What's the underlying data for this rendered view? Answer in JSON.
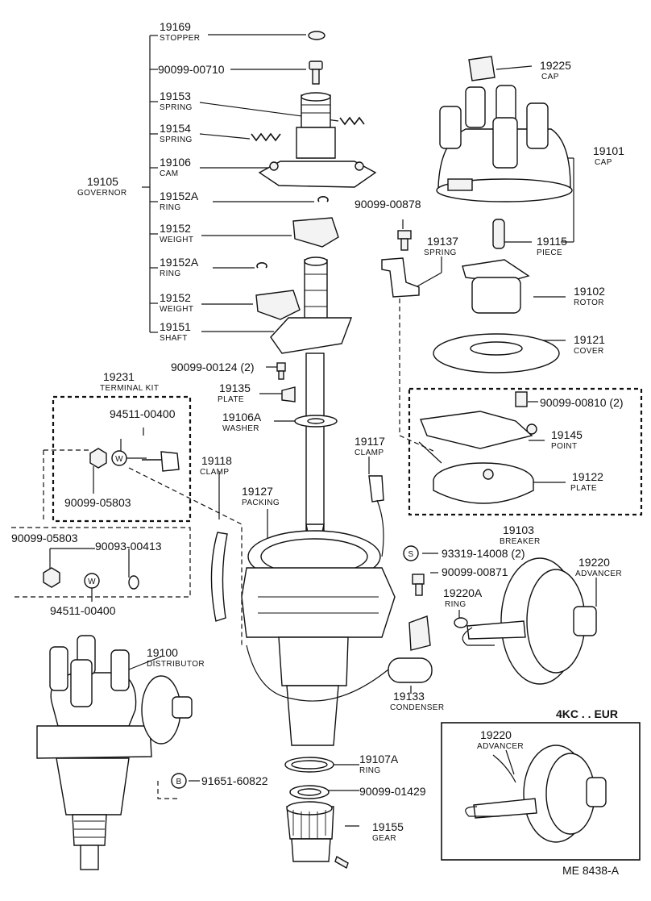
{
  "callouts": [
    {
      "id": "stopper",
      "num": "19169",
      "name": "STOPPER"
    },
    {
      "id": "bolt-00710",
      "num": "90099-00710",
      "name": ""
    },
    {
      "id": "spring-19153",
      "num": "19153",
      "name": "SPRING"
    },
    {
      "id": "spring-19154",
      "num": "19154",
      "name": "SPRING"
    },
    {
      "id": "cam",
      "num": "19106",
      "name": "CAM"
    },
    {
      "id": "governor",
      "num": "19105",
      "name": "GOVERNOR"
    },
    {
      "id": "ring-19152a-top",
      "num": "19152A",
      "name": "RING"
    },
    {
      "id": "weight-top",
      "num": "19152",
      "name": "WEIGHT"
    },
    {
      "id": "ring-19152a-bot",
      "num": "19152A",
      "name": "RING"
    },
    {
      "id": "weight-bot",
      "num": "19152",
      "name": "WEIGHT"
    },
    {
      "id": "shaft",
      "num": "19151",
      "name": "SHAFT"
    },
    {
      "id": "screw-00124",
      "num": "90099-00124 (2)",
      "name": ""
    },
    {
      "id": "plate-19135",
      "num": "19135",
      "name": "PLATE"
    },
    {
      "id": "washer",
      "num": "19106A",
      "name": "WASHER"
    },
    {
      "id": "terminal-kit",
      "num": "19231",
      "name": "TERMINAL KIT"
    },
    {
      "id": "part-94511-top",
      "num": "94511-00400",
      "name": ""
    },
    {
      "id": "part-05803-top",
      "num": "90099-05803",
      "name": ""
    },
    {
      "id": "clamp-19118",
      "num": "19118",
      "name": "CLAMP"
    },
    {
      "id": "packing",
      "num": "19127",
      "name": "PACKING"
    },
    {
      "id": "clamp-19117",
      "num": "19117",
      "name": "CLAMP"
    },
    {
      "id": "part-05803-bot",
      "num": "90099-05803",
      "name": ""
    },
    {
      "id": "part-00413",
      "num": "90093-00413",
      "name": ""
    },
    {
      "id": "part-94511-bot",
      "num": "94511-00400",
      "name": ""
    },
    {
      "id": "cap-piece",
      "num": "19225",
      "name": "CAP"
    },
    {
      "id": "cap",
      "num": "19101",
      "name": "CAP"
    },
    {
      "id": "screw-00878",
      "num": "90099-00878",
      "name": ""
    },
    {
      "id": "spring-19137",
      "num": "19137",
      "name": "SPRING"
    },
    {
      "id": "piece",
      "num": "19115",
      "name": "PIECE"
    },
    {
      "id": "rotor",
      "num": "19102",
      "name": "ROTOR"
    },
    {
      "id": "cover",
      "num": "19121",
      "name": "COVER"
    },
    {
      "id": "screw-00810",
      "num": "90099-00810 (2)",
      "name": ""
    },
    {
      "id": "point",
      "num": "19145",
      "name": "POINT"
    },
    {
      "id": "plate-19122",
      "num": "19122",
      "name": "PLATE"
    },
    {
      "id": "breaker",
      "num": "19103",
      "name": "BREAKER"
    },
    {
      "id": "part-14008",
      "num": "93319-14008 (2)",
      "name": ""
    },
    {
      "id": "screw-00871",
      "num": "90099-00871",
      "name": ""
    },
    {
      "id": "advancer",
      "num": "19220",
      "name": "ADVANCER"
    },
    {
      "id": "ring-19220a",
      "num": "19220A",
      "name": "RING"
    },
    {
      "id": "condenser",
      "num": "19133",
      "name": "CONDENSER"
    },
    {
      "id": "distributor",
      "num": "19100",
      "name": "DISTRIBUTOR"
    },
    {
      "id": "ring-19107a",
      "num": "19107A",
      "name": "RING"
    },
    {
      "id": "part-01429",
      "num": "90099-01429",
      "name": ""
    },
    {
      "id": "part-60822",
      "num": "91651-60822",
      "name": ""
    },
    {
      "id": "gear",
      "num": "19155",
      "name": "GEAR"
    },
    {
      "id": "advancer-eur",
      "num": "19220",
      "name": "ADVANCER"
    }
  ],
  "markers": {
    "w1": "W",
    "w2": "W",
    "s": "S",
    "b": "B"
  },
  "variant_label": "4KC . . EUR",
  "footer_code": "ME  8438-A"
}
